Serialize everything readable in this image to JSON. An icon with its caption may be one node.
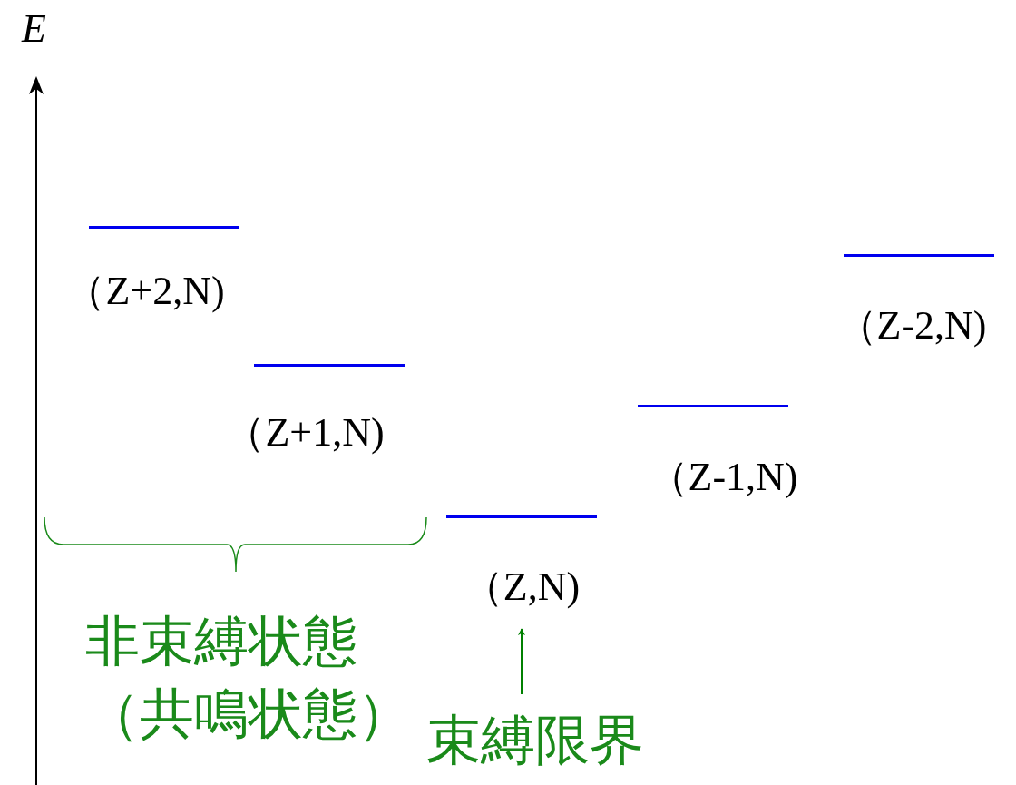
{
  "diagram": {
    "nodes": [
      {
        "text": [
          "（Z+2,N)"
        ]
      },
      {
        "text": [
          "（Z+1,N)"
        ]
      },
      {
        "text": [
          "（Z,N)"
        ]
      },
      {
        "text": [
          "（Z-1,N)"
        ]
      },
      {
        "text": [
          "（Z-2,N)"
        ]
      },
      {
        "text": [
          "束縛限界"
        ]
      }
    ],
    "edges": [
      {
        "from": 5,
        "to": 2,
        "arrow": "to",
        "color": "#008000"
      }
    ],
    "labels": [
      "E",
      "非束縛状態",
      "（共鳴状態）"
    ]
  }
}
